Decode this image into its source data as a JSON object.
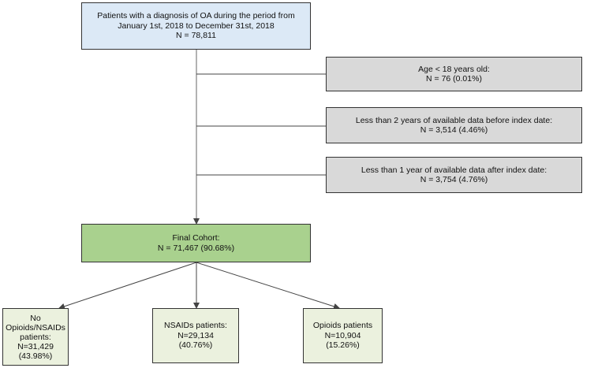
{
  "flowchart": {
    "start": {
      "lines": [
        "Patients with a diagnosis of OA during the period from",
        "January 1st, 2018 to December 31st, 2018",
        "N = 78,811"
      ]
    },
    "exclusions": [
      {
        "lines": [
          "Age < 18 years old:",
          "N = 76 (0.01%)"
        ]
      },
      {
        "lines": [
          "Less than 2 years of available  data before index date:",
          "N = 3,514 (4.46%)"
        ]
      },
      {
        "lines": [
          "Less than 1 year of available  data after index date:",
          "N = 3,754  (4.76%)"
        ]
      }
    ],
    "final_cohort": {
      "lines": [
        "Final Cohort:",
        "N = 71,467 (90.68%)"
      ]
    },
    "groups": [
      {
        "lines": [
          "No",
          "Opioids/NSAIDs",
          "patients:",
          "N=31,429",
          "(43.98%)"
        ]
      },
      {
        "lines": [
          "NSAIDs patients:",
          "N=29,134",
          "(40.76%)"
        ]
      },
      {
        "lines": [
          "Opioids patients",
          "N=10,904",
          "(15.26%)"
        ]
      }
    ]
  },
  "colors": {
    "start_fill": "#dce9f6",
    "exclusion_fill": "#d9d9d9",
    "final_fill": "#a9d18e",
    "group_fill": "#ebf1de",
    "line": "#444444"
  }
}
